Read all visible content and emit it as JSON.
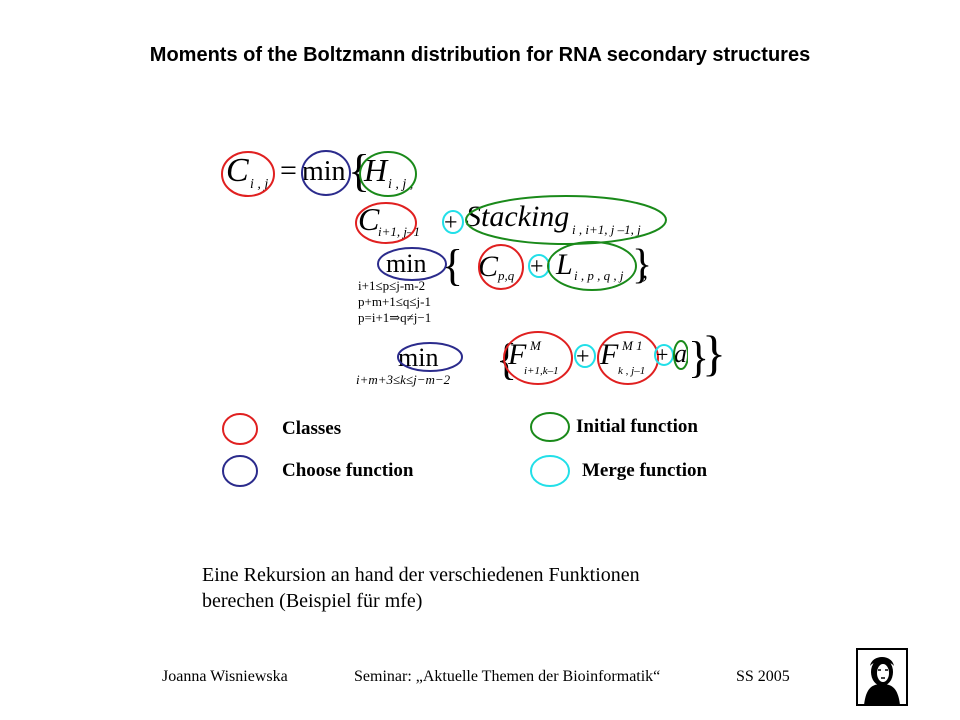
{
  "slide": {
    "title": "Moments of the Boltzmann distribution for RNA secondary structures"
  },
  "formula": {
    "c": "C",
    "ij": "i , j",
    "eq": "=",
    "min": "min",
    "h": "H",
    "hsub": "i , j ,",
    "c2sub": "i+1, j–1",
    "plus": "+",
    "stacking": "Stacking",
    "stsub": "i , i+1, j –1, j",
    "cpq": "p,q",
    "l": "L",
    "lsub": "i , p , q , j",
    "cond1": "i+1≤p≤j-m-2",
    "cond2": "p+m+1≤q≤j-1",
    "cond3": "p=i+1⇒q≠j−1",
    "min3sub": "i+m+3≤k≤j−m−2",
    "f": "F",
    "fsup1": "M",
    "fsub1": "i+1,k–1",
    "fsup2": "M 1",
    "fsub2": "k , j–1",
    "a": "a",
    "close": "}",
    "comma": ","
  },
  "legend": {
    "items": [
      {
        "label": "Classes",
        "color": "#e02020"
      },
      {
        "label": "Initial function",
        "color": "#1a8a1a"
      },
      {
        "label": "Choose function",
        "color": "#2b2b8c"
      },
      {
        "label": "Merge function",
        "color": "#22dfe8"
      }
    ]
  },
  "caption": {
    "line1": "Eine Rekursion an hand der verschiedenen Funktionen",
    "line2": "berechen (Beispiel für mfe)"
  },
  "footer": {
    "author": "Joanna Wisniewska",
    "seminar": "Seminar: „Aktuelle Themen der Bioinformatik“",
    "term": "SS 2005"
  },
  "colors": {
    "class": "#e02020",
    "initial": "#1a8a1a",
    "choose": "#2b2b8c",
    "merge": "#22dfe8"
  }
}
